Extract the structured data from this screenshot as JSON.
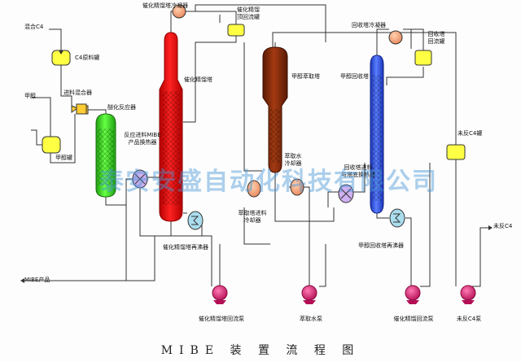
{
  "title": "MIBE   装 置 流 程 图",
  "watermark": "泰安安盛自动化科技有限公司",
  "labels": {
    "c4_feed": "混合C4",
    "c4_tank": "C4原料罐",
    "methanol": "甲醇",
    "feed_mixer": "进料混合器",
    "methanol_tank": "甲醇罐",
    "pre_reactor": "醚化反应器",
    "product_cooler": "反应进料MIBE\n产品换热器",
    "column1_condenser": "催化精馏塔冷凝器",
    "column1_reflux_tank": "催化精馏\n顶回流罐",
    "column1": "催化精馏塔",
    "column1_reboiler": "催化精馏塔再沸器",
    "mibe_product": "MIBE产品",
    "wash_tower": "甲醇萃取塔",
    "wash_cooler": "萃取水\n冷却器",
    "wash_feed_cooler": "萃取塔进料\n冷却器",
    "recovery_condenser": "回收塔冷凝器",
    "recovery_reflux_tank": "回收塔\n回流罐",
    "recovery_column": "甲醇回收塔",
    "recovery_feed_exchanger": "回收塔进料\n与塔底换热器",
    "recovery_reboiler": "甲醇回收塔再沸器",
    "unreacted_c4_tank": "未反C4罐",
    "unreacted_c4": "未反C4",
    "pump1": "催化精馏塔回流泵",
    "pump2": "萃取水泵",
    "pump3": "催化精馏回流泵",
    "pump4": "未反C4泵"
  },
  "colors": {
    "reactor": "#33dd22",
    "column1": "#ee1111",
    "wash": "#8b2b0b",
    "recovery": "#3355ee",
    "tank": "#ffff44",
    "exchanger": "#f4a070",
    "cooler": "#aaddee",
    "pump": "#e0196e",
    "line": "#333333"
  }
}
